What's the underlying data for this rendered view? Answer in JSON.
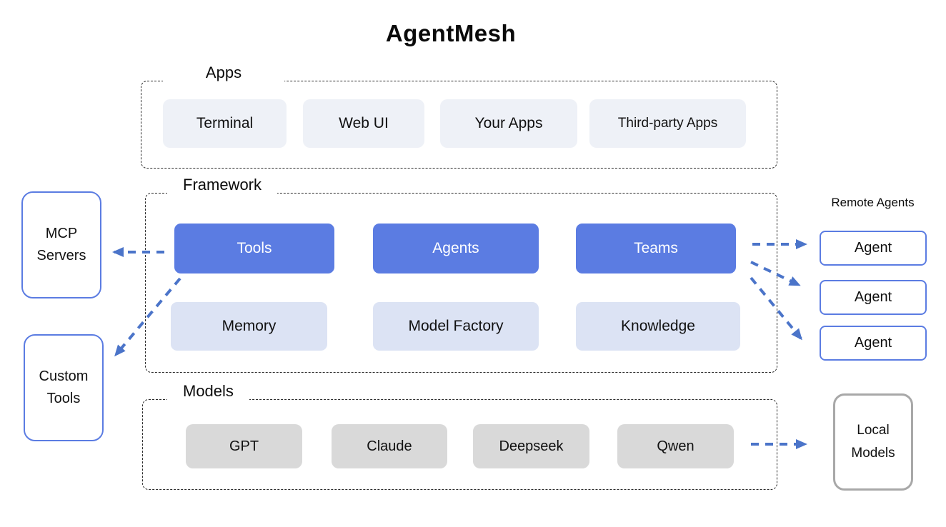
{
  "title": "AgentMesh",
  "colors": {
    "primary_blue": "#5b7ce2",
    "light_blue_fill": "#dce3f4",
    "apps_fill": "#eef1f7",
    "model_fill": "#d9d9d9",
    "arrow_blue": "#4b74c9",
    "local_models_border_gray": "#a8a8a8",
    "dashed_container_border": "#2b2b2b"
  },
  "sections": {
    "apps": {
      "label": "Apps",
      "items": [
        "Terminal",
        "Web UI",
        "Your Apps",
        "Third-party Apps"
      ]
    },
    "framework": {
      "label": "Framework",
      "primary_items": [
        "Tools",
        "Agents",
        "Teams"
      ],
      "secondary_items": [
        "Memory",
        "Model Factory",
        "Knowledge"
      ]
    },
    "models": {
      "label": "Models",
      "items": [
        "GPT",
        "Claude",
        "Deepseek",
        "Qwen"
      ]
    }
  },
  "external_nodes": {
    "mcp_servers": "MCP Servers",
    "custom_tools": "Custom Tools",
    "remote_agents_label": "Remote Agents",
    "agents": [
      "Agent",
      "Agent",
      "Agent"
    ],
    "local_models": "Local Models"
  }
}
